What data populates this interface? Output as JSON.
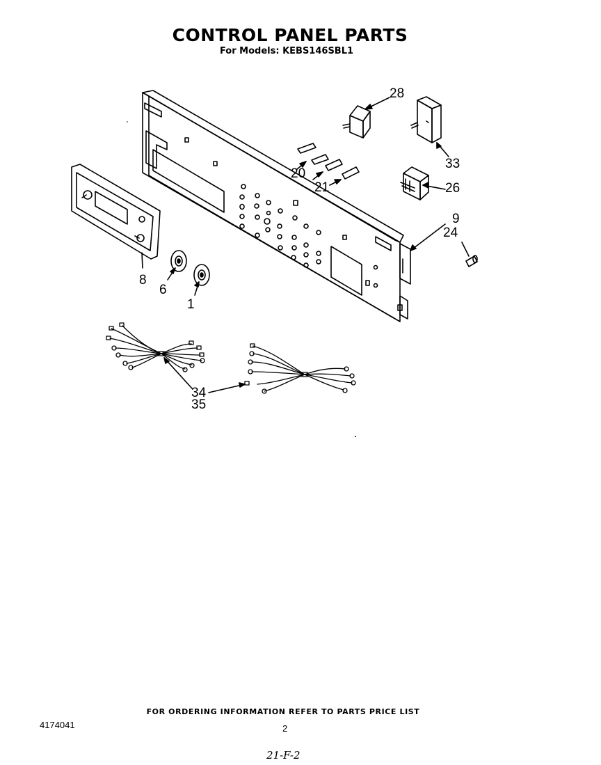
{
  "header": {
    "title": "CONTROL PANEL PARTS",
    "subtitle": "For Models: KEBS146SBL1"
  },
  "callouts": {
    "c28": "28",
    "c33": "33",
    "c20": "20",
    "c21": "21",
    "c26": "26",
    "c9": "9",
    "c24": "24",
    "c8": "8",
    "c6": "6",
    "c1": "1",
    "c34": "34",
    "c35": "35"
  },
  "footer": {
    "ordering_note": "FOR ORDERING INFORMATION REFER TO PARTS PRICE LIST",
    "doc_number": "4174041",
    "page_number": "2",
    "handwritten_code": "21-F-2"
  }
}
